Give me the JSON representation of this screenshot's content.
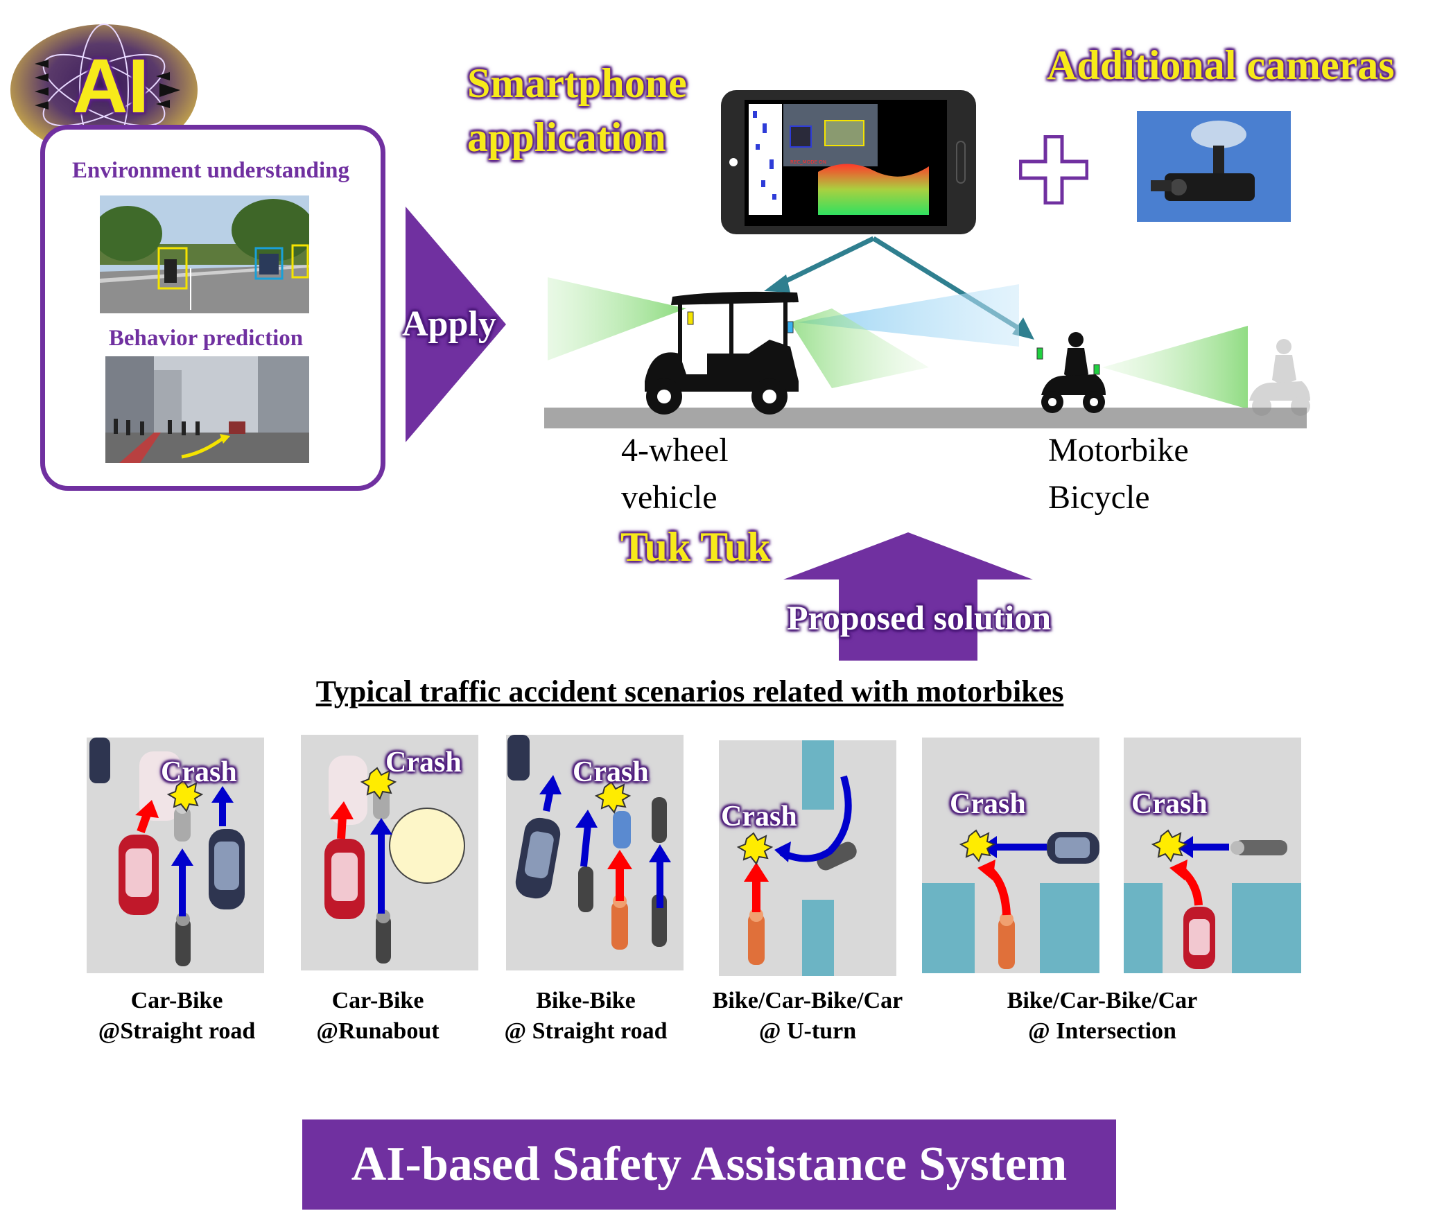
{
  "ai_badge": {
    "label": "AI"
  },
  "ai_box": {
    "environment_label": "Environment understanding",
    "behavior_label": "Behavior prediction"
  },
  "apply_label": "Apply",
  "smartphone_label_line1": "Smartphone",
  "smartphone_label_line2": "application",
  "phone_screen_text": "REC_MODE ON",
  "additional_cameras_label": "Additional cameras",
  "vehicle_left_line1": "4-wheel",
  "vehicle_left_line2": "vehicle",
  "tuk_tuk_label": "Tuk Tuk",
  "vehicle_right_line1": "Motorbike",
  "vehicle_right_line2": "Bicycle",
  "proposed_solution_label": "Proposed solution",
  "scenarios_title": "Typical traffic accident scenarios related with motorbikes",
  "crash_label": "Crash",
  "scenarios": [
    {
      "line1": "Car-Bike",
      "line2": "@Straight road"
    },
    {
      "line1": "Car-Bike",
      "line2": "@Runabout"
    },
    {
      "line1": "Bike-Bike",
      "line2": "@ Straight road"
    },
    {
      "line1": "Bike/Car-Bike/Car",
      "line2": "@ U-turn"
    },
    {
      "line1": "Bike/Car-Bike/Car",
      "line2": "@ Intersection"
    }
  ],
  "system_title": "AI-based Safety Assistance System",
  "colors": {
    "purple": "#7030a0",
    "yellow": "#f7ea1a",
    "teal_arrow": "#2f7f8f",
    "red_arrow": "#ff0000",
    "blue_arrow": "#0000cc",
    "building": "#6cb4c4",
    "scenario_bg": "#d9d9d9"
  },
  "icons": [
    "ai-atom-icon",
    "tuk-tuk-icon",
    "motorbike-rider-icon",
    "bicycle-rider-icon",
    "plus-icon",
    "camera-mount-icon",
    "crash-burst-icon",
    "car-icon",
    "bike-icon"
  ]
}
